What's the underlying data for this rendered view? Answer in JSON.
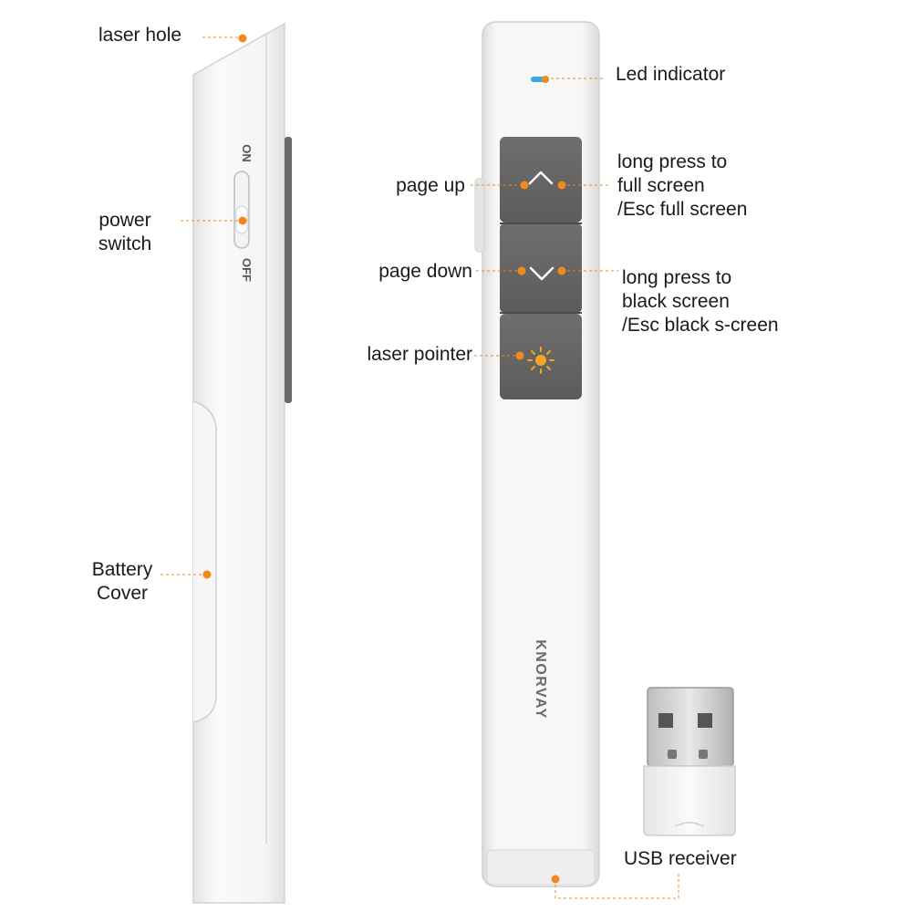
{
  "labels": {
    "laser_hole": "laser hole",
    "power_switch": [
      "power",
      "switch"
    ],
    "battery_cover": [
      "Battery",
      "Cover"
    ],
    "led_indicator": "Led indicator",
    "page_up": "page up",
    "page_down": "page down",
    "laser_pointer": "laser pointer",
    "long_press_full": [
      "long press to",
      "full screen",
      "/Esc full screen"
    ],
    "long_press_black": [
      "long press to",
      "black screen",
      "/Esc black s-creen"
    ],
    "usb_receiver": "USB receiver"
  },
  "device": {
    "switch_on": "ON",
    "switch_off": "OFF",
    "brand": "KNORVAY"
  },
  "icons": {
    "page_up": "chevron-up-icon",
    "page_down": "chevron-down-icon",
    "laser": "sun-icon"
  },
  "colors": {
    "accent": "#f08a1c",
    "button": "#666666",
    "body": "#f2f2f2",
    "led": "#3aa7e0"
  }
}
